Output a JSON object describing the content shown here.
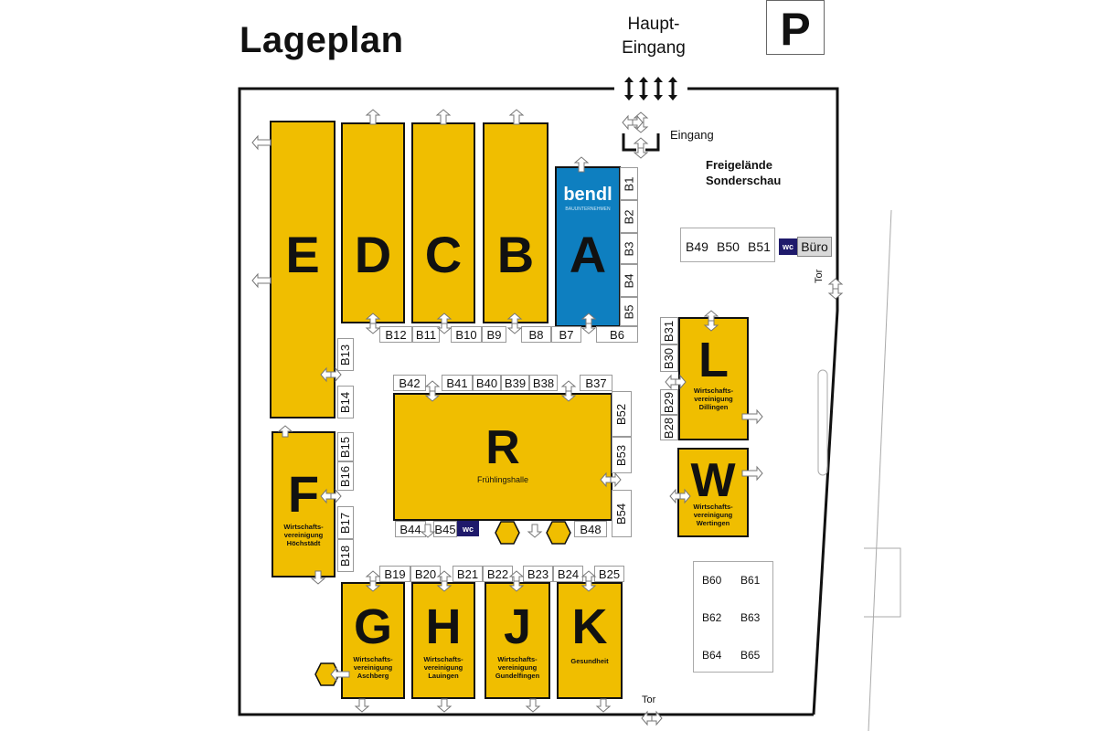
{
  "title": "Lageplan",
  "main_entrance": "Haupt-\nEingang",
  "parking": "P",
  "entrance": "Eingang",
  "gate": "Tor",
  "outdoor": "Freigelände\nSonderschau",
  "office": "Büro",
  "wc": "wc",
  "sponsor_logo": "bendl",
  "sponsor_tagline": "BAUUNTERNEHMEN",
  "halls": {
    "A": {
      "letter": "A",
      "sub": ""
    },
    "B": {
      "letter": "B",
      "sub": ""
    },
    "C": {
      "letter": "C",
      "sub": ""
    },
    "D": {
      "letter": "D",
      "sub": ""
    },
    "E": {
      "letter": "E",
      "sub": ""
    },
    "F": {
      "letter": "F",
      "sub": "Wirtschafts-\nvereinigung\nHöchstädt"
    },
    "G": {
      "letter": "G",
      "sub": "Wirtschafts-\nvereinigung\nAschberg"
    },
    "H": {
      "letter": "H",
      "sub": "Wirtschafts-\nvereinigung\nLauingen"
    },
    "J": {
      "letter": "J",
      "sub": "Wirtschafts-\nvereinigung\nGundelfingen"
    },
    "K": {
      "letter": "K",
      "sub": "Gesundheit"
    },
    "L": {
      "letter": "L",
      "sub": "Wirtschafts-\nvereinigung\nDillingen"
    },
    "W": {
      "letter": "W",
      "sub": "Wirtschafts-\nvereinigung\nWertingen"
    },
    "R": {
      "letter": "R",
      "sub": "Frühlingshalle"
    }
  },
  "booths": {
    "B1": "B1",
    "B2": "B2",
    "B3": "B3",
    "B4": "B4",
    "B5": "B5",
    "B6": "B6",
    "B7": "B7",
    "B8": "B8",
    "B9": "B9",
    "B10": "B10",
    "B11": "B11",
    "B12": "B12",
    "B13": "B13",
    "B14": "B14",
    "B15": "B15",
    "B16": "B16",
    "B17": "B17",
    "B18": "B18",
    "B19": "B19",
    "B20": "B20",
    "B21": "B21",
    "B22": "B22",
    "B23": "B23",
    "B24": "B24",
    "B25": "B25",
    "B28": "B28",
    "B29": "B29",
    "B30": "B30",
    "B31": "B31",
    "B37": "B37",
    "B38": "B38",
    "B39": "B39",
    "B40": "B40",
    "B41": "B41",
    "B42": "B42",
    "B44": "B44",
    "B45": "B45",
    "B48": "B48",
    "B49": "B49",
    "B50": "B50",
    "B51": "B51",
    "B52": "B52",
    "B53": "B53",
    "B54": "B54",
    "B60": "B60",
    "B61": "B61",
    "B62": "B62",
    "B63": "B63",
    "B64": "B64",
    "B65": "B65"
  },
  "colors": {
    "hall": "#f0be00",
    "hall_a": "#0e7fc0",
    "wc": "#1f1a6b",
    "outline": "#111111"
  }
}
